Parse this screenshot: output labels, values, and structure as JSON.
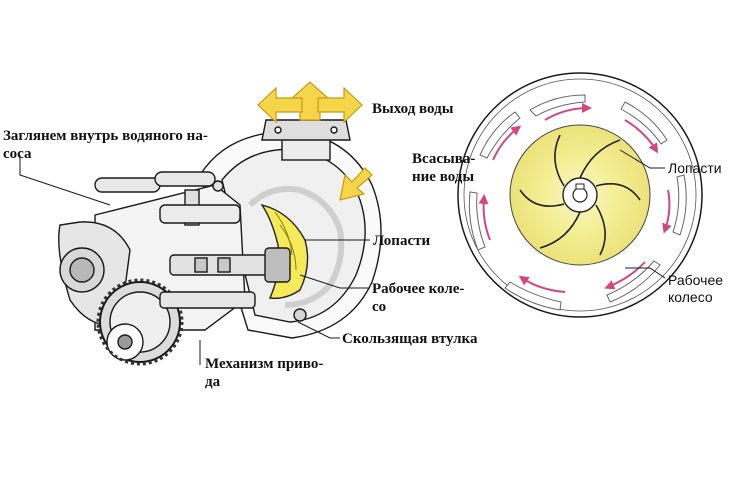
{
  "left": {
    "title_line1": "Заглянем внутрь водяного на-",
    "title_line2": "соса",
    "water_out": "Выход воды",
    "suction_line1": "Всасыва-",
    "suction_line2": "ние воды",
    "blades": "Лопасти",
    "impeller_line1": "Рабочее коле-",
    "impeller_line2": "со",
    "bushing": "Скользящая втулка",
    "drive_line1": "Механизм приво-",
    "drive_line2": "да"
  },
  "right": {
    "blades": "Лопасти",
    "impeller_line1": "Рабочее",
    "impeller_line2": "колесо"
  },
  "colors": {
    "arrow_yellow": "#f5d64a",
    "impeller_yellow": "#f2ec84",
    "flow_arrows": "#d2487e",
    "line": "#1a1a1a"
  }
}
